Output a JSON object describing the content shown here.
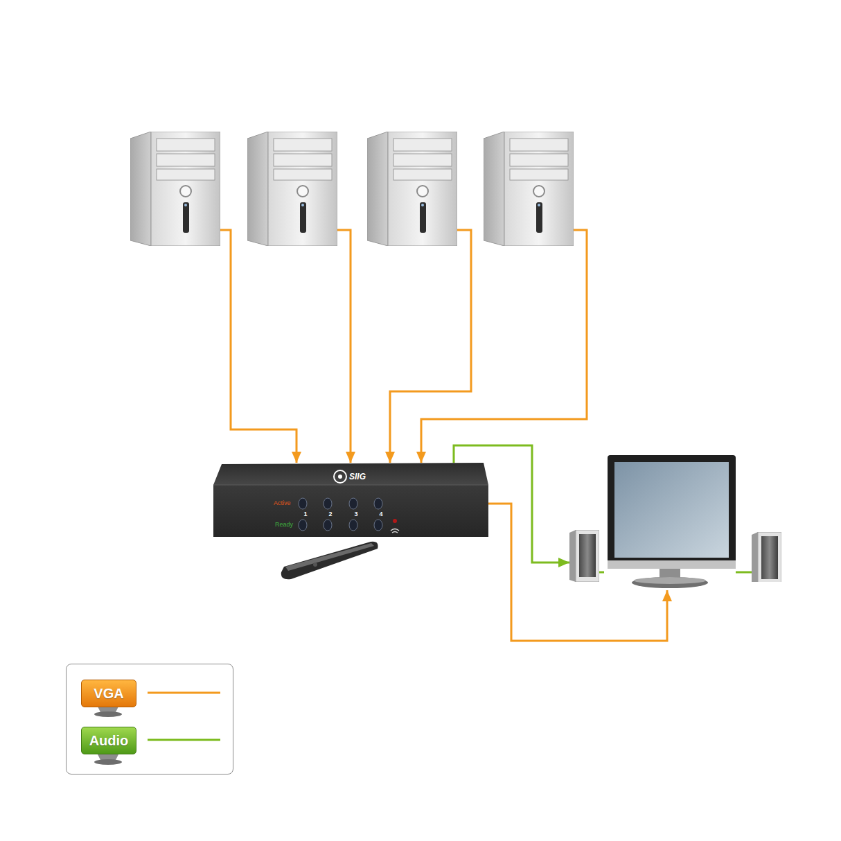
{
  "diagram": {
    "nodes": [
      {
        "text": []
      },
      {
        "text": []
      },
      {
        "text": []
      },
      {
        "text": []
      },
      {
        "text": [
          "SIIG",
          "Active",
          "Ready",
          "1",
          "2",
          "3",
          "4"
        ]
      },
      {
        "text": []
      },
      {
        "text": []
      },
      {
        "text": []
      }
    ],
    "edges": [
      {
        "from": 0,
        "to": 4,
        "arrow": "to"
      },
      {
        "from": 1,
        "to": 4,
        "arrow": "to"
      },
      {
        "from": 2,
        "to": 4,
        "arrow": "to"
      },
      {
        "from": 3,
        "to": 4,
        "arrow": "to"
      },
      {
        "from": 4,
        "to": 6,
        "arrow": "to"
      },
      {
        "from": 4,
        "to": 5,
        "arrow": "to"
      },
      {
        "from": 5,
        "to": 6,
        "arrow": "none"
      },
      {
        "from": 5,
        "to": 7,
        "arrow": "none"
      }
    ],
    "legend": [
      {
        "text": "VGA"
      },
      {
        "text": "Audio"
      }
    ]
  }
}
